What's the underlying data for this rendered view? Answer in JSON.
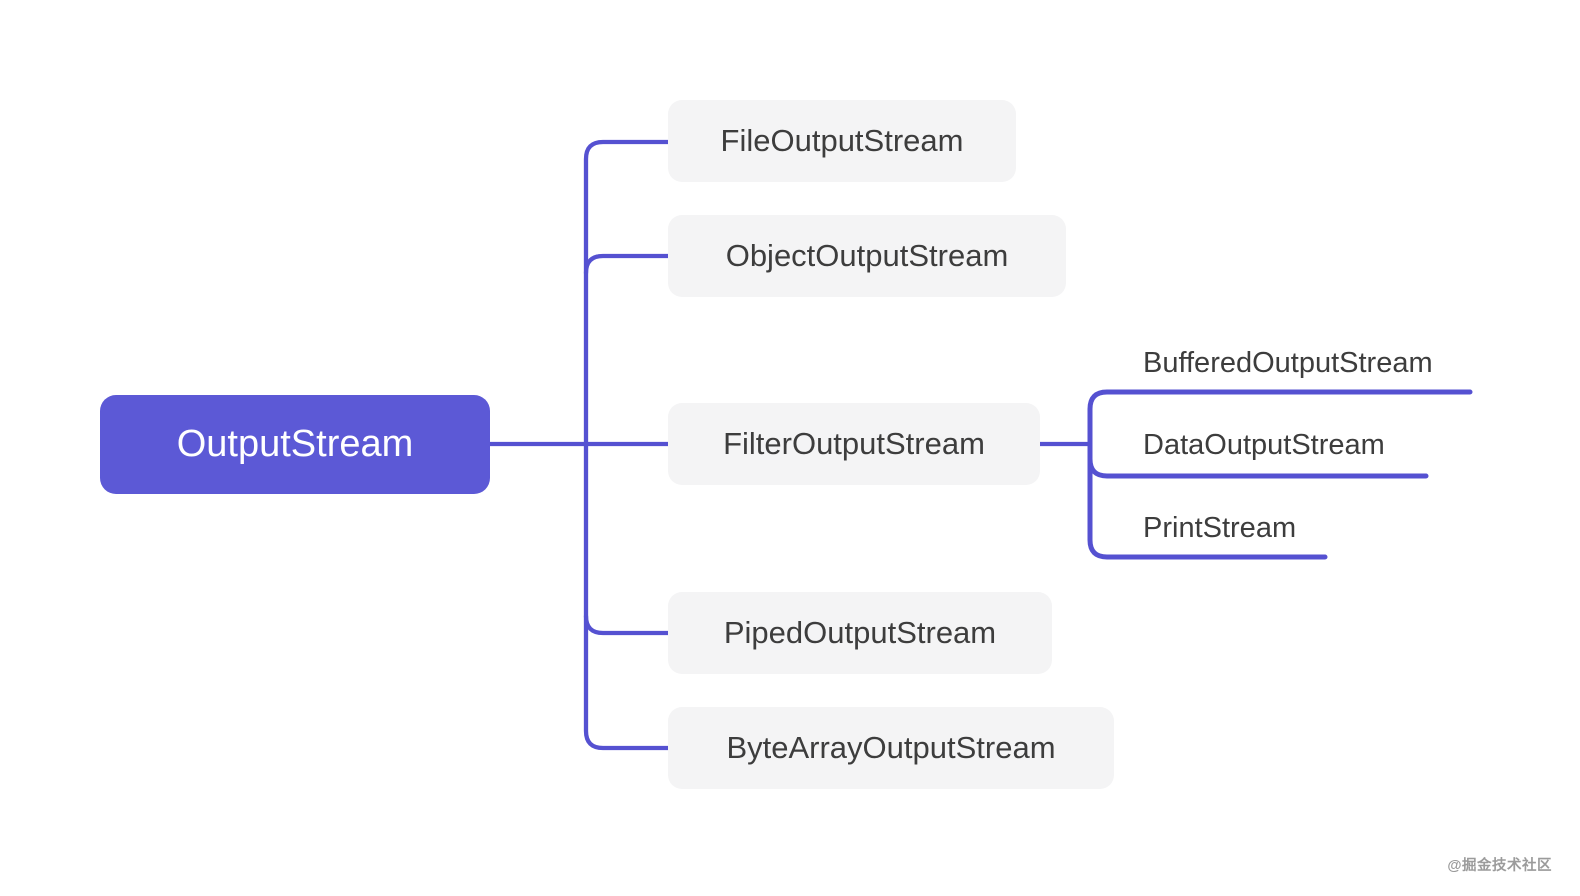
{
  "diagram": {
    "root": {
      "label": "OutputStream"
    },
    "children": [
      {
        "id": "file",
        "label": "FileOutputStream"
      },
      {
        "id": "object",
        "label": "ObjectOutputStream"
      },
      {
        "id": "filter",
        "label": "FilterOutputStream",
        "children": [
          {
            "id": "buffered",
            "label": "BufferedOutputStream"
          },
          {
            "id": "data",
            "label": "DataOutputStream"
          },
          {
            "id": "print",
            "label": "PrintStream"
          }
        ]
      },
      {
        "id": "piped",
        "label": "PipedOutputStream"
      },
      {
        "id": "bytearray",
        "label": "ByteArrayOutputStream"
      }
    ],
    "colors": {
      "root_bg": "#5c59d6",
      "root_text": "#ffffff",
      "line": "#5551d1",
      "node_bg": "#f4f4f5",
      "node_text": "#3d3d3d"
    }
  },
  "watermark": {
    "text": "@掘金技术社区"
  }
}
